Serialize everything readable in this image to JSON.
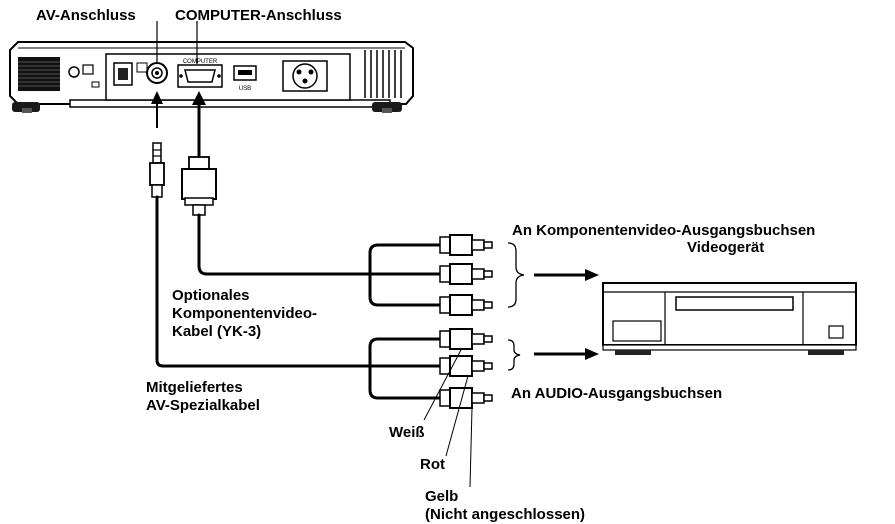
{
  "labels": {
    "av_port": "AV-Anschluss",
    "computer_port": "COMPUTER-Anschluss",
    "component_outputs": "An  Komponentenvideo-Ausgangsbuchsen",
    "video_device": "Videogerät",
    "optional_cable_line1": "Optionales",
    "optional_cable_line2": "Komponentenvideo-",
    "optional_cable_line3": "Kabel  (YK-3)",
    "supplied_cable_line1": "Mitgeliefertes",
    "supplied_cable_line2": "AV-Spezialkabel",
    "audio_outputs": "An  AUDIO-Ausgangsbuchsen",
    "white": "Weiß",
    "red": "Rot",
    "yellow_line1": "Gelb",
    "yellow_line2": "(Nicht  angeschlossen)"
  },
  "projector_port_marks": {
    "computer_port_mark": "COMPUTER",
    "usb_mark": "USB"
  }
}
